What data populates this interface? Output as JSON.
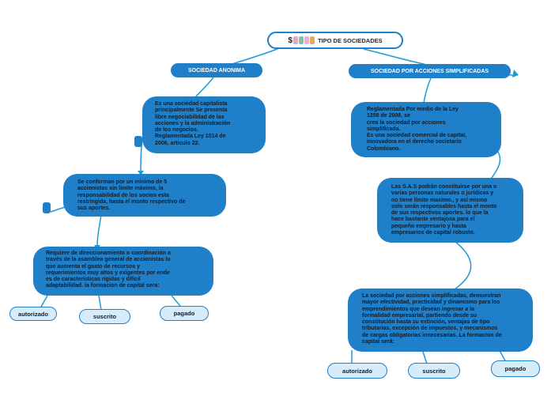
{
  "root": {
    "label": "TIPO DE SOCIEDADES",
    "icons": [
      "dollar-icon",
      "person-icon",
      "person-icon",
      "person-icon",
      "person-icon"
    ],
    "dollar_glyph": "$"
  },
  "left": {
    "title": "SOCIEDAD ANONIMA",
    "node1": "Es una sociedad capitalista\nprincipalmente Se presenta\nlibre negociabilidad de las\nacciones y la administración\nde los negocios.\nReglamentada Ley 1014 de\n2006, artículo 22.",
    "node2": "Se conforman por un mínimo de 5\naccionistas sin límite máximo, la\nresponsabilidad de los socios esta\nrestringida, hasta el monto respectivo de\nsus aportes.",
    "node3": "Requiere de direccionamiento o coordinación a\ntravés de la  asamblea general de accionistas lo\nque aumenta el gasto de recursos y\nrequerimientos muy altos y exigentes por ende\nes de características rígidas y difícil\nadaptabilidad. la formacion de capital sera:",
    "capital": [
      "autorizado",
      "suscrito",
      "pagado"
    ]
  },
  "right": {
    "title": "SOCIEDAD POR ACCIONES SIMPLIFICADAS",
    "node1": "Reglamentada Por medio de la Ley\n1258 de 2008, se\ncrea la sociedad por acciones\nsimplificada.\nEs una sociedad comercial de capital,\ninnovadora en el derecho societario\nColombiano.",
    "node2": "Las S.A.S podrán constituirse por una o\nvarias personas naturales o jurídicas y\nno tiene límite maximo., y así mismo\nsolo serán responsables hasta el monto\nde sus respectivos aportes. lo que la\nhace bastante ventajosa para el\npequeño empresario y hasta\nempresarios de capital robusto.",
    "node3": "La sociedad por acciones simplificadas, demuestran\nmayor efectividad, practicidad y dinamismo para los\nemprendimientos que desean ingresar a la\nformalidad empresarial, partiendo desde su\nconstitución hasta su extinción, ventajas de tipo\ntributarias, excepción de impuestos, y mecanismos\nde cargas obligatorias innecesarias. La formacion de\ncapital será:",
    "capital": [
      "autorizado",
      "suscrito",
      "pagado"
    ]
  },
  "colors": {
    "accent": "#1f7fc8",
    "pill_bg": "#d7ecfb"
  }
}
